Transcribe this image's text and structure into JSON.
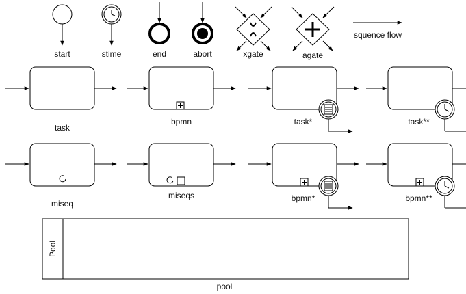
{
  "labels": {
    "start": "start",
    "stime": "stime",
    "end": "end",
    "abort": "abort",
    "xgate": "xgate",
    "agate": "agate",
    "sequence_flow": "squence flow",
    "task": "task",
    "bpmn": "bpmn",
    "task_star": "task*",
    "task_star2": "task**",
    "miseq": "miseq",
    "miseqs": "miseqs",
    "bpmn_star": "bpmn*",
    "bpmn_star2": "bpmn**",
    "pool_name": "Pool",
    "pool": "pool"
  },
  "icons": {
    "start": "start-event-circle-icon",
    "stime": "timer-start-event-icon",
    "end": "end-event-circle-icon",
    "abort": "abort-event-circle-icon",
    "xgate": "exclusive-gateway-icon",
    "agate": "parallel-gateway-icon",
    "subprocess": "subprocess-plus-icon",
    "loop": "loop-icon",
    "message": "message-boundary-icon",
    "timer": "timer-boundary-icon"
  },
  "colors": {
    "stroke": "#000000",
    "background": "#ffffff"
  }
}
